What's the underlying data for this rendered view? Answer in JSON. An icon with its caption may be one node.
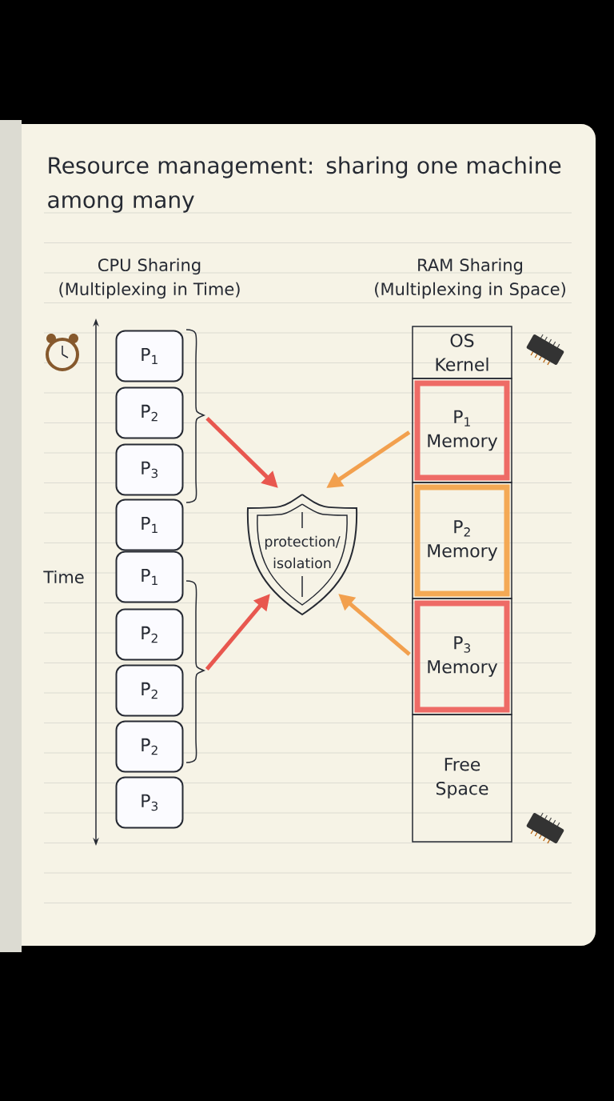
{
  "diagram": {
    "title": "Resource management: sharing one machine among many",
    "nodes": [
      {
        "text": [
          "P$_{1}$"
        ]
      },
      {
        "text": [
          "P$_{2}$"
        ]
      },
      {
        "text": [
          "P$_{3}$"
        ]
      },
      {
        "text": [
          "P$_{1}$"
        ]
      },
      {
        "text": [
          "P$_{1}$"
        ]
      },
      {
        "text": [
          "P$_{2}$"
        ]
      },
      {
        "text": [
          "P$_{2}$"
        ]
      },
      {
        "text": [
          "P$_{2}$"
        ]
      },
      {
        "text": [
          "P$_{3}$"
        ]
      },
      {
        "text": [
          "protection/ isolation"
        ]
      },
      {
        "text": [
          "OS Kernel"
        ]
      },
      {
        "text": [
          "P$_{1}$ Memory"
        ]
      },
      {
        "text": [
          "P$_{2}$ Memory"
        ]
      },
      {
        "text": [
          "P$_{3}$ Memory"
        ]
      },
      {
        "text": [
          "Free Space"
        ]
      },
      {
        "text": [],
        "shape": "bracket"
      },
      {
        "text": [],
        "shape": "bracket"
      }
    ],
    "edges": [
      {
        "from": 15,
        "to": 9,
        "arrow": "to",
        "color": "#e8574f"
      },
      {
        "from": 11,
        "to": 9,
        "arrow": "to",
        "color": "#f2a04e"
      },
      {
        "from": 16,
        "to": 9,
        "arrow": "to",
        "color": "#e8574f"
      },
      {
        "from": 13,
        "to": 9,
        "arrow": "to",
        "color": "#f2a04e"
      }
    ],
    "labels": [
      "CPU Sharing (Multiplexing in Time)",
      "RAM Sharing (Multiplexing in Space)",
      "Time"
    ]
  }
}
